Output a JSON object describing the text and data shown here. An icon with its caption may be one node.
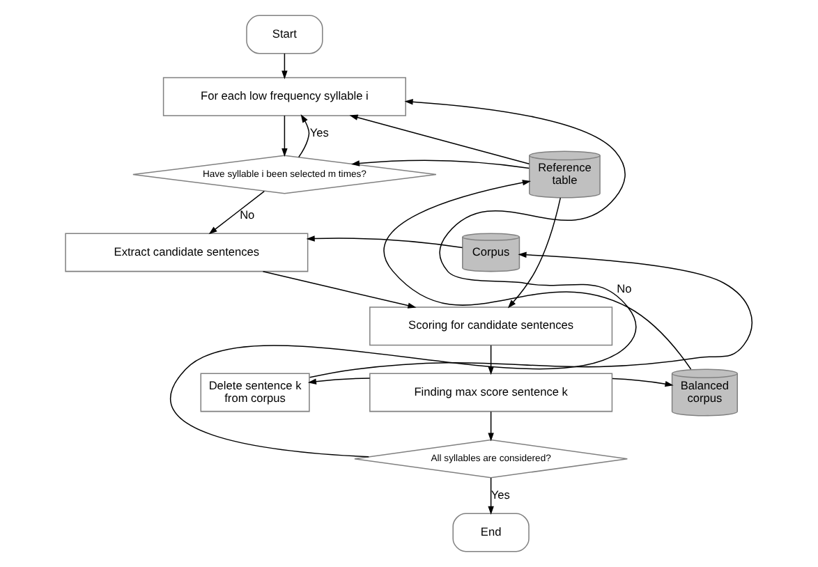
{
  "diagram": {
    "nodes": [
      {
        "text": [
          "Start"
        ]
      },
      {
        "text": [
          "For each low frequency syllable i"
        ]
      },
      {
        "text": [
          "Have syllable i been selected m times?"
        ]
      },
      {
        "text": [
          "Reference table"
        ]
      },
      {
        "text": [
          "Corpus"
        ]
      },
      {
        "text": [
          "Extract candidate sentences"
        ]
      },
      {
        "text": [
          "Scoring for candidate sentences"
        ]
      },
      {
        "text": [
          "Delete sentence k from corpus"
        ]
      },
      {
        "text": [
          "Finding max score sentence k"
        ]
      },
      {
        "text": [
          "Balanced corpus"
        ]
      },
      {
        "text": [
          "All syllables are considered?"
        ]
      },
      {
        "text": [
          "End"
        ]
      }
    ],
    "edges": [
      {
        "from": 0,
        "to": 1,
        "arrow": "to"
      },
      {
        "from": 1,
        "to": 2,
        "arrow": "to"
      },
      {
        "from": 2,
        "to": 1,
        "arrow": "to",
        "label": "Yes"
      },
      {
        "from": 2,
        "to": 5,
        "arrow": "to",
        "label": "No"
      },
      {
        "from": 3,
        "to": 1,
        "arrow": "to"
      },
      {
        "from": 3,
        "to": 2,
        "arrow": "to"
      },
      {
        "from": 3,
        "to": 6,
        "arrow": "to"
      },
      {
        "from": 4,
        "to": 5,
        "arrow": "to"
      },
      {
        "from": 5,
        "to": 6,
        "arrow": "to"
      },
      {
        "from": 6,
        "to": 8,
        "arrow": "to"
      },
      {
        "from": 8,
        "to": 9,
        "arrow": "to"
      },
      {
        "from": 8,
        "to": 7,
        "arrow": "to"
      },
      {
        "from": 7,
        "to": 4,
        "arrow": "to"
      },
      {
        "from": 8,
        "to": 10,
        "arrow": "to"
      },
      {
        "from": 10,
        "to": 1,
        "arrow": "to",
        "label": "No"
      },
      {
        "from": 10,
        "to": 11,
        "arrow": "to",
        "label": "Yes"
      },
      {
        "from": 9,
        "to": 3,
        "arrow": "to"
      }
    ]
  }
}
